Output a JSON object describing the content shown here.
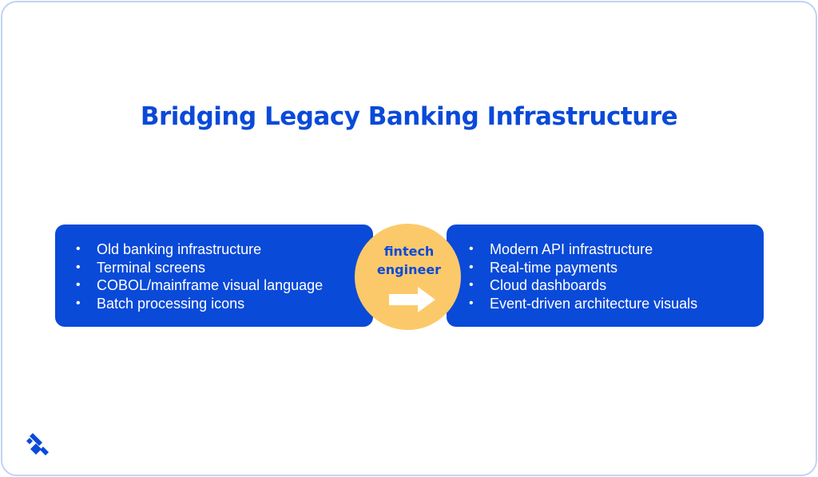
{
  "title": "Bridging Legacy Banking Infrastructure",
  "left_panel": {
    "items": [
      "Old banking infrastructure",
      "Terminal screens",
      "COBOL/mainframe visual language",
      "Batch processing icons"
    ]
  },
  "center": {
    "line1": "fintech",
    "line2": "engineer",
    "icon": "right-arrow-icon"
  },
  "right_panel": {
    "items": [
      "Modern API infrastructure",
      "Real-time payments",
      "Cloud dashboards",
      "Event-driven architecture visuals"
    ]
  },
  "bullet": "•",
  "logo_icon": "toptal-logo-icon",
  "colors": {
    "brand_blue": "#0a4ad8",
    "accent_yellow": "#fcc96a",
    "frame_border": "#bfd3f5",
    "background": "#ffffff",
    "text_on_blue": "#ffffff"
  }
}
